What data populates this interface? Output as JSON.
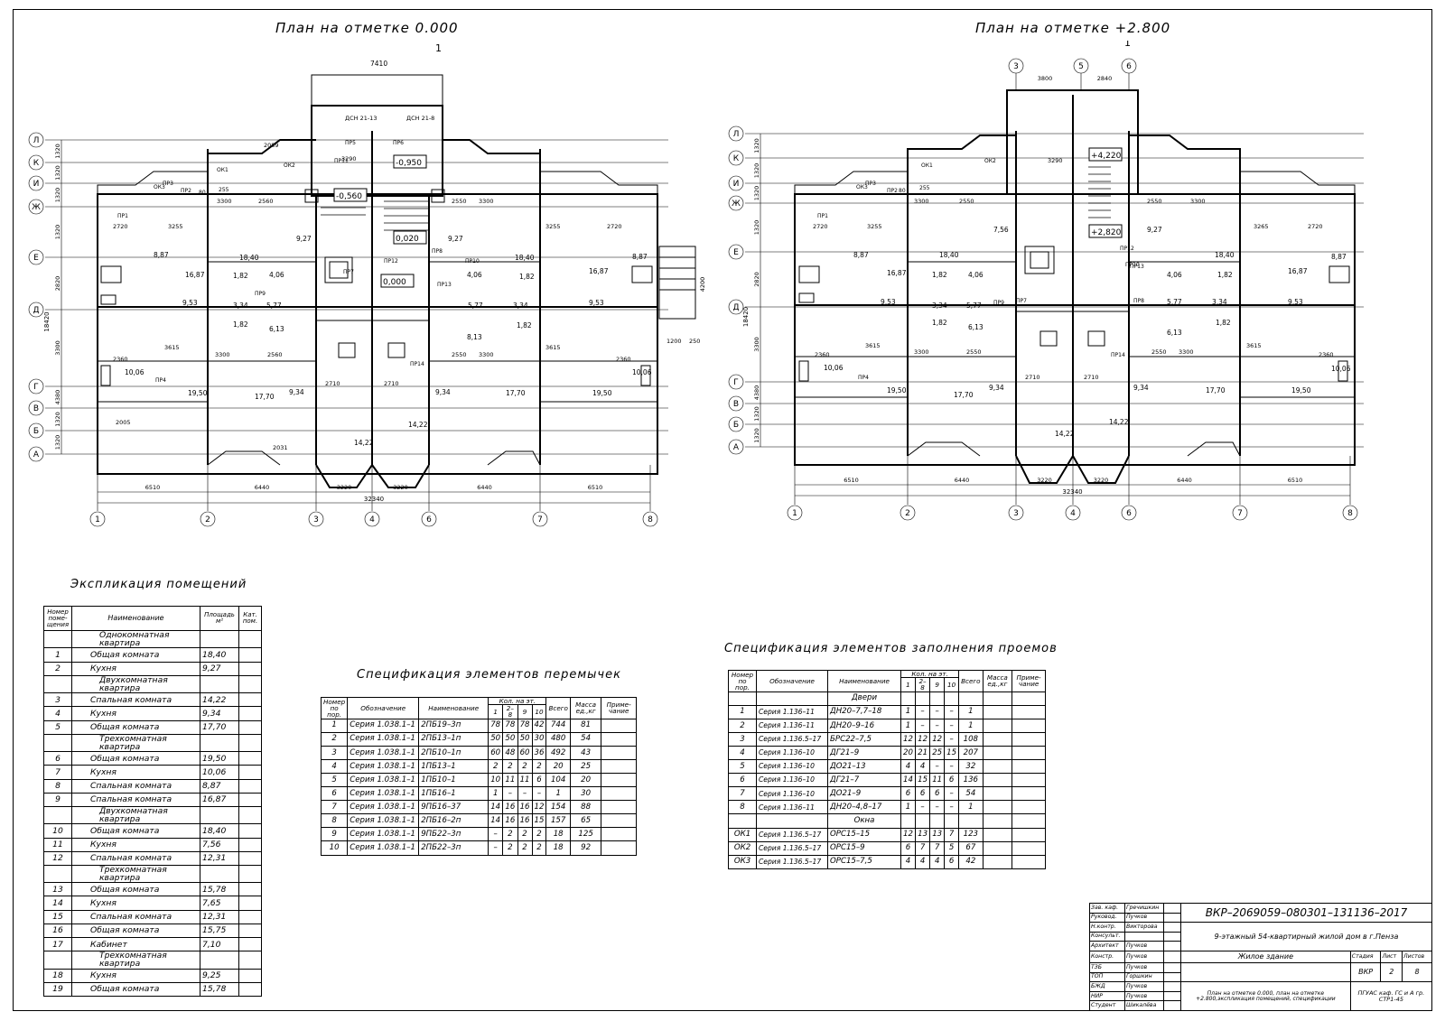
{
  "titles": {
    "plan_left": "План на отметке 0.000",
    "plan_right": "План на отметке +2.800",
    "explication": "Экспликация помещений",
    "lintels": "Спецификация элементов перемычек",
    "openings": "Спецификация элементов заполнения проемов"
  },
  "plan_left": {
    "section_mark": "1",
    "top_dim": "7410",
    "row_axes": [
      "Л",
      "К",
      "И",
      "Ж",
      "Е",
      "Д",
      "Г",
      "В",
      "Б",
      "А"
    ],
    "row_dims": [
      "1320",
      "1320",
      "1320",
      "1320",
      "2820",
      "3300",
      "4380",
      "1320",
      "1320",
      "1320"
    ],
    "total_height": "18420",
    "col_axes": [
      "1",
      "2",
      "3",
      "4",
      "6",
      "7",
      "8"
    ],
    "col_dims": [
      "6510",
      "6440",
      "3220",
      "3220",
      "6440",
      "6510"
    ],
    "total_width": "32340",
    "right_dims": [
      "4200",
      "1200",
      "250"
    ],
    "marks": [
      "-0,950",
      "-0,560",
      "0,020",
      "0,000"
    ],
    "door_labels": [
      "ДСН 21-13",
      "ДСН 21-8"
    ],
    "areas": [
      "8,87",
      "16,87",
      "18,40",
      "9,27",
      "1,82",
      "4,06",
      "9,53",
      "3,34",
      "5,77",
      "1,82",
      "6,13",
      "10,06",
      "19,50",
      "17,70",
      "9,34",
      "14,22",
      "14,22",
      "9,34",
      "17,70",
      "19,50",
      "10,06",
      "8,13",
      "5,77",
      "3,34",
      "1,82",
      "9,53",
      "16,87",
      "8,87",
      "18,40",
      "9,27",
      "4,06",
      "1,82"
    ],
    "dims_inner": [
      "2720",
      "3255",
      "3300",
      "2560",
      "2550",
      "3300",
      "3255",
      "2720",
      "2360",
      "3615",
      "3300",
      "2560",
      "2710",
      "2710",
      "2550",
      "3300",
      "3615",
      "2360",
      "2005",
      "2031",
      "2089",
      "3290"
    ],
    "labels": [
      "ПР1",
      "ПР2",
      "ПР3",
      "ПР4",
      "ПР5",
      "ПР6",
      "ПР7",
      "ПР8",
      "ПР9",
      "ПР10",
      "ПР11",
      "ПР12",
      "ПР13",
      "ПР14",
      "ОК1",
      "ОК2",
      "ОК3",
      "80",
      "255"
    ]
  },
  "plan_right": {
    "section_mark": "1",
    "top_axes": [
      "3",
      "5",
      "6"
    ],
    "top_dims": [
      "3800",
      "2840"
    ],
    "row_axes": [
      "Л",
      "К",
      "И",
      "Ж",
      "Е",
      "Д",
      "Г",
      "В",
      "Б",
      "А"
    ],
    "row_dims": [
      "1320",
      "1320",
      "1320",
      "1320",
      "2820",
      "3300",
      "4380",
      "1320",
      "1320",
      "1320"
    ],
    "total_height": "18420",
    "col_axes": [
      "1",
      "2",
      "3",
      "4",
      "6",
      "7",
      "8"
    ],
    "col_dims": [
      "6510",
      "6440",
      "3220",
      "3220",
      "6440",
      "6510"
    ],
    "total_width": "32340",
    "marks": [
      "+4,220",
      "+2,820"
    ],
    "areas": [
      "8,87",
      "16,87",
      "18,40",
      "7,56",
      "1,82",
      "4,06",
      "9,53",
      "3,34",
      "5,77",
      "1,82",
      "6,13",
      "10,06",
      "19,50",
      "17,70",
      "9,34",
      "14,22",
      "14,22",
      "9,34",
      "17,70",
      "19,50",
      "10,06",
      "6,13",
      "5,77",
      "3,34",
      "1,82",
      "9,53",
      "16,87",
      "8,87",
      "18,40",
      "9,27",
      "4,06",
      "1,82"
    ],
    "dims_inner": [
      "2720",
      "3255",
      "3300",
      "2550",
      "3290",
      "2550",
      "3300",
      "3265",
      "2720",
      "2360",
      "3615",
      "3300",
      "2550",
      "2710",
      "2710",
      "2550",
      "3300",
      "3615",
      "2360"
    ],
    "labels": [
      "ПР1",
      "ПР2",
      "ПР3",
      "ПР4",
      "ПР7",
      "ПР8",
      "ПР9",
      "ПР10",
      "ПР12",
      "ПР13",
      "ПР14",
      "ОК1",
      "ОК2",
      "ОК3",
      "80",
      "255"
    ]
  },
  "explication": {
    "headers": [
      "Номер поме- щения",
      "Наименование",
      "Площадь м²",
      "Кат. пом."
    ],
    "rows": [
      {
        "group": "Однокомнатная квартира"
      },
      {
        "n": "1",
        "name": "Общая комната",
        "area": "18,40"
      },
      {
        "n": "2",
        "name": "Кухня",
        "area": "9,27"
      },
      {
        "group": "Двухкомнатная квартира"
      },
      {
        "n": "3",
        "name": "Спальная комната",
        "area": "14,22"
      },
      {
        "n": "4",
        "name": "Кухня",
        "area": "9,34"
      },
      {
        "n": "5",
        "name": "Общая комната",
        "area": "17,70"
      },
      {
        "group": "Трехкомнатная квартира"
      },
      {
        "n": "6",
        "name": "Общая комната",
        "area": "19,50"
      },
      {
        "n": "7",
        "name": "Кухня",
        "area": "10,06"
      },
      {
        "n": "8",
        "name": "Спальная комната",
        "area": "8,87"
      },
      {
        "n": "9",
        "name": "Спальная комната",
        "area": "16,87"
      },
      {
        "group": "Двухкомнатная квартира"
      },
      {
        "n": "10",
        "name": "Общая комната",
        "area": "18,40"
      },
      {
        "n": "11",
        "name": "Кухня",
        "area": "7,56"
      },
      {
        "n": "12",
        "name": "Спальная комната",
        "area": "12,31"
      },
      {
        "group": "Трехкомнатная квартира"
      },
      {
        "n": "13",
        "name": "Общая комната",
        "area": "15,78"
      },
      {
        "n": "14",
        "name": "Кухня",
        "area": "7,65"
      },
      {
        "n": "15",
        "name": "Спальная комната",
        "area": "12,31"
      },
      {
        "n": "16",
        "name": "Общая комната",
        "area": "15,75"
      },
      {
        "n": "17",
        "name": "Кабинет",
        "area": "7,10"
      },
      {
        "group": "Трехкомнатная квартира"
      },
      {
        "n": "18",
        "name": "Кухня",
        "area": "9,25"
      },
      {
        "n": "19",
        "name": "Общая комната",
        "area": "15,78"
      }
    ]
  },
  "lintels": {
    "headers": {
      "num": "Номер по пор.",
      "code": "Обозначение",
      "name": "Наименование",
      "qty": "Кол. на эт.",
      "floors": [
        "1",
        "2–8",
        "9",
        "10"
      ],
      "total": "Всего",
      "mass": "Масса ед.,кг",
      "note": "Приме- чание"
    },
    "rows": [
      [
        "1",
        "Серия 1.038.1–1",
        "2ПБ19–3п",
        "78",
        "78",
        "78",
        "42",
        "744",
        "81"
      ],
      [
        "2",
        "Серия 1.038.1–1",
        "2ПБ13–1п",
        "50",
        "50",
        "50",
        "30",
        "480",
        "54"
      ],
      [
        "3",
        "Серия 1.038.1–1",
        "2ПБ10–1п",
        "60",
        "48",
        "60",
        "36",
        "492",
        "43"
      ],
      [
        "4",
        "Серия 1.038.1–1",
        "1ПБ13–1",
        "2",
        "2",
        "2",
        "2",
        "20",
        "25"
      ],
      [
        "5",
        "Серия 1.038.1–1",
        "1ПБ10–1",
        "10",
        "11",
        "11",
        "6",
        "104",
        "20"
      ],
      [
        "6",
        "Серия 1.038.1–1",
        "1ПБ16–1",
        "1",
        "–",
        "–",
        "–",
        "1",
        "30"
      ],
      [
        "7",
        "Серия 1.038.1–1",
        "9ПБ16–37",
        "14",
        "16",
        "16",
        "12",
        "154",
        "88"
      ],
      [
        "8",
        "Серия 1.038.1–1",
        "2ПБ16–2п",
        "14",
        "16",
        "16",
        "15",
        "157",
        "65"
      ],
      [
        "9",
        "Серия 1.038.1–1",
        "9ПБ22–3п",
        "–",
        "2",
        "2",
        "2",
        "18",
        "125"
      ],
      [
        "10",
        "Серия 1.038.1–1",
        "2ПБ22–3п",
        "–",
        "2",
        "2",
        "2",
        "18",
        "92"
      ]
    ]
  },
  "openings": {
    "headers": {
      "num": "Номер по пор.",
      "code": "Обозначение",
      "name": "Наименование",
      "qty": "Кол. на эт.",
      "floors": [
        "1",
        "2–8",
        "9",
        "10"
      ],
      "total": "Всего",
      "mass": "Масса ед.,кг",
      "note": "Приме- чание"
    },
    "group_doors": "Двери",
    "doors": [
      [
        "1",
        "Серия 1.136–11",
        "ДН20–7,7–18",
        "1",
        "–",
        "–",
        "–",
        "1"
      ],
      [
        "2",
        "Серия 1.136–11",
        "ДН20–9–16",
        "1",
        "–",
        "–",
        "–",
        "1"
      ],
      [
        "3",
        "Серия 1.136.5–17",
        "БРС22–7,5",
        "12",
        "12",
        "12",
        "–",
        "108"
      ],
      [
        "4",
        "Серия 1.136–10",
        "ДГ21–9",
        "20",
        "21",
        "25",
        "15",
        "207"
      ],
      [
        "5",
        "Серия 1.136–10",
        "ДО21–13",
        "4",
        "4",
        "–",
        "–",
        "32"
      ],
      [
        "6",
        "Серия 1.136–10",
        "ДГ21–7",
        "14",
        "15",
        "11",
        "6",
        "136"
      ],
      [
        "7",
        "Серия 1.136–10",
        "ДО21–9",
        "6",
        "6",
        "6",
        "–",
        "54"
      ],
      [
        "8",
        "Серия 1.136–11",
        "ДН20–4,8–17",
        "1",
        "–",
        "–",
        "–",
        "1"
      ]
    ],
    "group_windows": "Окна",
    "windows": [
      [
        "ОК1",
        "Серия 1.136.5–17",
        "ОРС15–15",
        "12",
        "13",
        "13",
        "7",
        "123"
      ],
      [
        "ОК2",
        "Серия 1.136.5–17",
        "ОРС15–9",
        "6",
        "7",
        "7",
        "5",
        "67"
      ],
      [
        "ОК3",
        "Серия 1.136.5–17",
        "ОРС15–7,5",
        "4",
        "4",
        "4",
        "6",
        "42"
      ]
    ]
  },
  "stamp": {
    "code": "ВКР–2069059–080301–131136–2017",
    "project": "9-этажный 54-квартирный жилой дом в г.Пенза",
    "building": "Жилое здание",
    "sheet_title": "План на отметке 0.000, план на отметке +2.800,экспликация помещений, спецификации",
    "org": "ПГУАС каф. ГС и А гр. СТР1-45",
    "stage_h": "Стадия",
    "sheet_h": "Лист",
    "sheets_h": "Листов",
    "stage": "ВКР",
    "sheet": "2",
    "sheets": "8",
    "people": [
      [
        "Зав. каф.",
        "Гречишкин"
      ],
      [
        "Руковод.",
        "Пучков"
      ],
      [
        "Н.контр.",
        "Викторова"
      ],
      [
        "Консульт.",
        ""
      ],
      [
        "Архитект",
        "Пучков"
      ],
      [
        "Констр.",
        "Пучков"
      ],
      [
        "ТЗБ",
        "Пучков"
      ],
      [
        "ТОП",
        "Горшкин"
      ],
      [
        "БЖД",
        "Пучков"
      ],
      [
        "НИР",
        "Пучков"
      ],
      [
        "Студент",
        "Шикалёва"
      ]
    ]
  }
}
